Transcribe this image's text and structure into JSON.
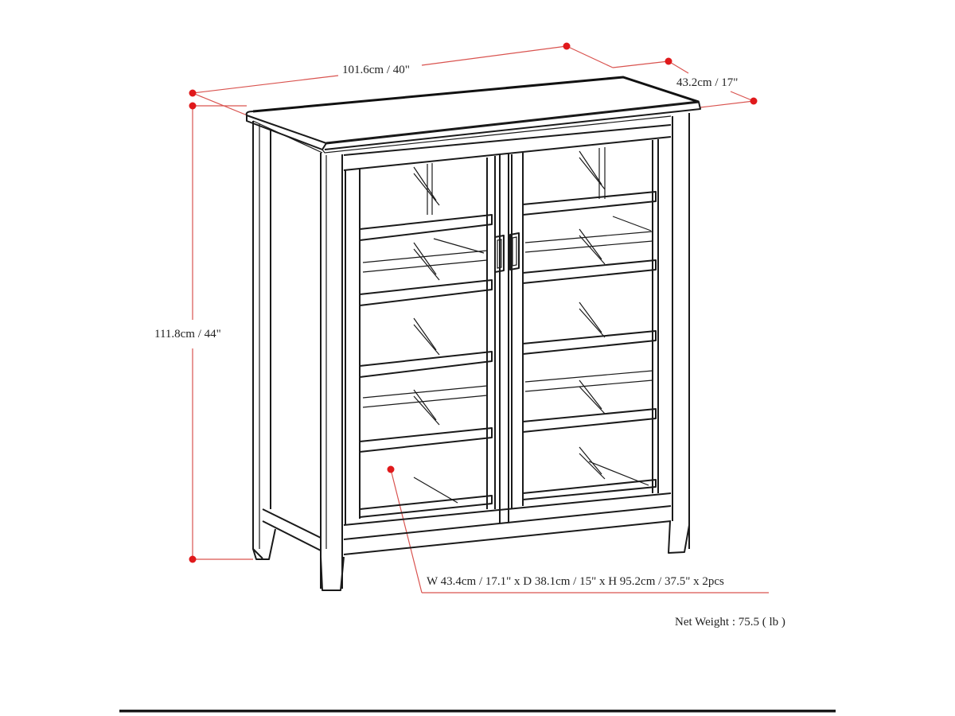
{
  "diagram": {
    "type": "product-dimension-drawing",
    "subject": "two-door glass cabinet"
  },
  "dimensions": {
    "width_label": "101.6cm / 40\"",
    "depth_label": "43.2cm / 17\"",
    "height_label": "111.8cm / 44\"",
    "door_label": "W 43.4cm / 17.1\" x D 38.1cm / 15\" x H 95.2cm / 37.5\" x 2pcs"
  },
  "specs": {
    "net_weight_label": "Net Weight :  75.5 ( lb )"
  },
  "colors": {
    "dimension_line": "#d9534f",
    "dimension_dot": "#e0191b",
    "drawing_ink": "#1a1a1a"
  }
}
